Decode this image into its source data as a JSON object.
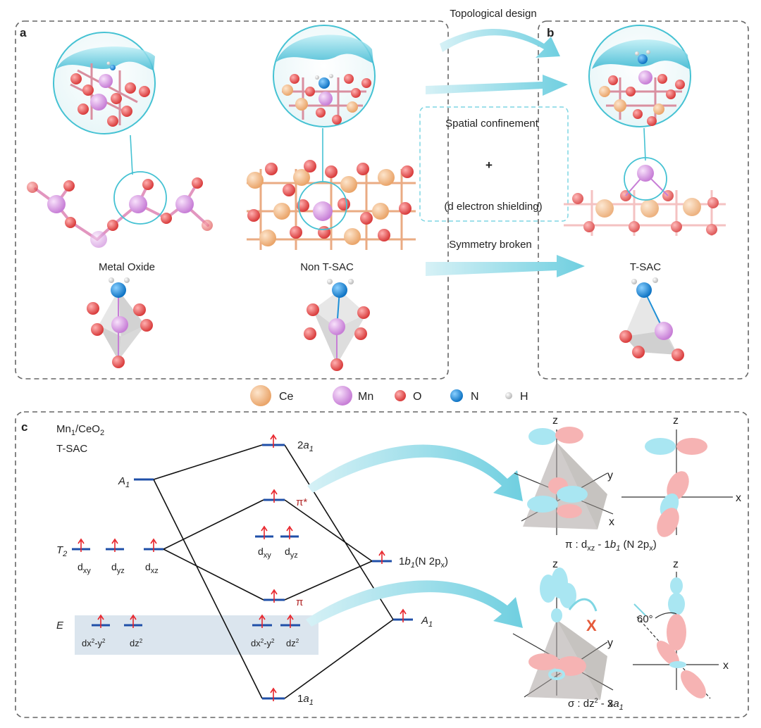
{
  "panel_a": {
    "label": "a",
    "metal_oxide_label": "Metal Oxide",
    "non_tsac_label": "Non T-SAC"
  },
  "panel_b": {
    "label": "b",
    "tsac_label": "T-SAC"
  },
  "middle": {
    "topological_design": "Topological design",
    "spatial_confinement": "Spatial confinement",
    "plus": "+",
    "d_electron_shielding": "(d electron shielding)",
    "symmetry_broken": "Symmetry broken"
  },
  "legend": [
    {
      "label": "Ce",
      "color": "#f7c79b"
    },
    {
      "label": "Mn",
      "color": "#e7a9f0"
    },
    {
      "label": "O",
      "color": "#ef5b5b"
    },
    {
      "label": "N",
      "color": "#1e90d8"
    },
    {
      "label": "H",
      "color": "#dddddd"
    }
  ],
  "panel_c": {
    "label": "c",
    "system_main": "Mn",
    "system_sub1": "1",
    "system_mid": "/CeO",
    "system_sub2": "2",
    "system_line2": "T-SAC",
    "left_levels": {
      "A1_main": "A",
      "A1_sub": "1",
      "T2_main": "T",
      "T2_sub": "2",
      "E_main": "E",
      "dxy_main": "d",
      "dxy_sub": "xy",
      "dyz_main": "d",
      "dyz_sub": "yz",
      "dxz_main": "d",
      "dxz_sub": "xz",
      "dx2y2_main": "dx",
      "dx2y2_sup": "2",
      "dx2y2_mid": "-y",
      "dx2y2_sup2": "2",
      "dz2_main": "dz",
      "dz2_sup": "2"
    },
    "center_levels": {
      "a2_num": "2",
      "a2_main": "a",
      "a2_sub": "1",
      "pistar": "π*",
      "dxy_main": "d",
      "dxy_sub": "xy",
      "dyz_main": "d",
      "dyz_sub": "yz",
      "pi": "π",
      "dx2y2_main": "dx",
      "dx2y2_sup": "2",
      "dx2y2_mid": "-y",
      "dx2y2_sup2": "2",
      "dz2_main": "dz",
      "dz2_sup": "2",
      "a1_num": "1",
      "a1_main": "a",
      "a1_sub": "1"
    },
    "right_levels": {
      "b1_num": "1",
      "b1_main": "b",
      "b1_sub": "1",
      "b1_paren": "(N 2p",
      "b1_psub": "x",
      "b1_close": ")",
      "A1_main": "A",
      "A1_sub": "1"
    },
    "orbital_top": {
      "axis_z": "z",
      "axis_y": "y",
      "axis_x": "x",
      "axis2_z": "z",
      "axis2_x": "x",
      "caption_pre": "π : d",
      "caption_sub1": "xz",
      "caption_mid": " - 1",
      "caption_b": "b",
      "caption_bsub": "1",
      "caption_paren": " (N 2p",
      "caption_psub": "x",
      "caption_close": ")"
    },
    "orbital_bottom": {
      "axis_z": "z",
      "axis_y": "y",
      "axis_x": "x",
      "axis2_z": "z",
      "axis2_x": "x",
      "cross": "X",
      "angle": "60°",
      "caption_pre": "σ : dz",
      "caption_sup": "2",
      "caption_mid": " - 3",
      "caption_a": "a",
      "caption_asub": "1"
    }
  },
  "colors": {
    "level": "#1f4fa8",
    "electron": "#e8242b",
    "arrow": "#7fd6e3",
    "highlight": "#dbe5ee",
    "pi_label": "#b22a2a",
    "orbital_blue": "#a9e6f2",
    "orbital_pink": "#f6b3b3"
  }
}
